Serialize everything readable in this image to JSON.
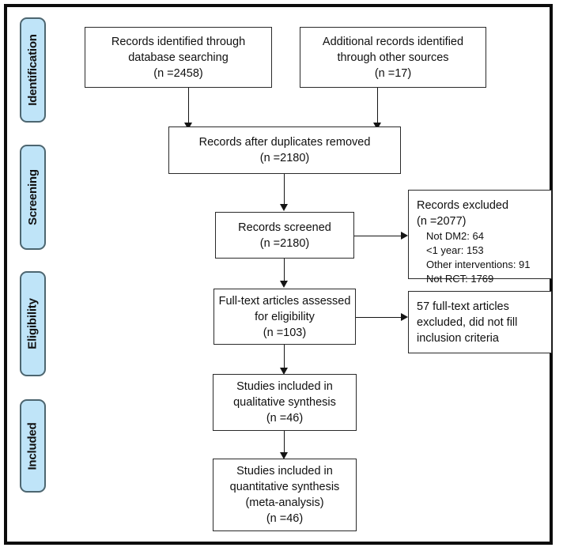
{
  "diagram": {
    "title": "PRISMA flow diagram",
    "colors": {
      "phase_tab_fill": "#bfe4f8",
      "phase_tab_border": "#4d6670",
      "node_border": "#2a2a2a",
      "connector": "#151515",
      "frame": "#0c0c0c",
      "background": "#ffffff"
    },
    "phases": [
      {
        "id": "identification",
        "label": "Identification"
      },
      {
        "id": "screening",
        "label": "Screening"
      },
      {
        "id": "eligibility",
        "label": "Eligibility"
      },
      {
        "id": "included",
        "label": "Included"
      }
    ],
    "nodes": {
      "database_searching": {
        "lines": [
          "Records identified through",
          "database searching",
          "(n =2458)"
        ]
      },
      "other_sources": {
        "lines": [
          "Additional records identified",
          "through other sources",
          "(n =17)"
        ]
      },
      "duplicates_removed": {
        "lines": [
          "Records after duplicates removed",
          "(n =2180)"
        ]
      },
      "records_screened": {
        "lines": [
          "Records screened",
          "(n =2180)"
        ]
      },
      "records_excluded": {
        "lines": [
          "Records excluded",
          "(n =2077)"
        ],
        "reasons": [
          "Not DM2: 64",
          "<1 year: 153",
          "Other interventions: 91",
          "Not RCT: 1769"
        ]
      },
      "fulltext_assessed": {
        "lines": [
          "Full-text articles assessed",
          "for eligibility",
          "(n =103)"
        ]
      },
      "fulltext_excluded": {
        "lines": [
          "57 full-text articles",
          "excluded, did not fill",
          "inclusion criteria"
        ]
      },
      "qualitative_synthesis": {
        "lines": [
          "Studies included in",
          "qualitative synthesis",
          "(n =46)"
        ]
      },
      "quantitative_synthesis": {
        "lines": [
          "Studies included in",
          "quantitative synthesis",
          "(meta-analysis)",
          "(n =46)"
        ]
      }
    }
  }
}
